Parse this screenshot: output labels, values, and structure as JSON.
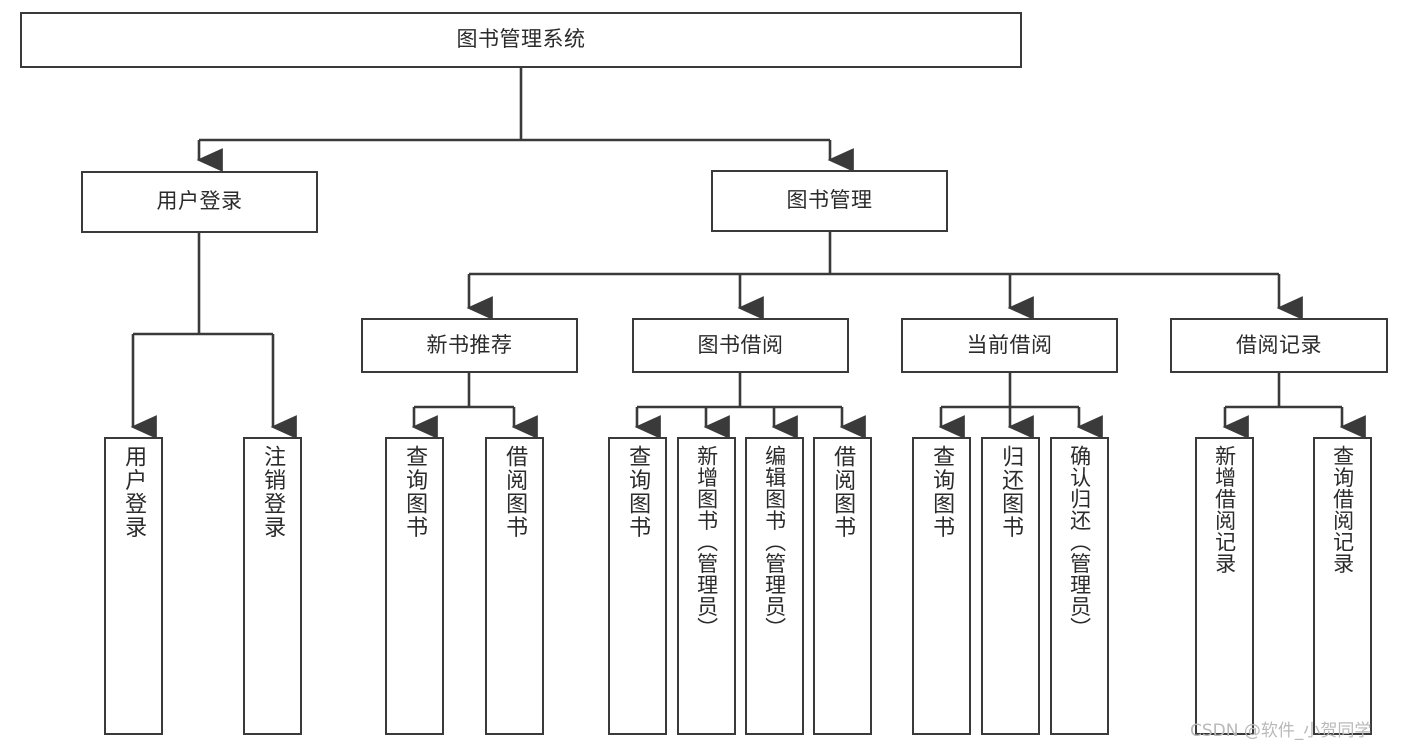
{
  "diagram": {
    "type": "tree-hierarchy-functional-decomposition",
    "root": {
      "label": "图书管理系统"
    },
    "level1": [
      {
        "label": "用户登录"
      },
      {
        "label": "图书管理"
      }
    ],
    "level2": [
      {
        "label": "新书推荐"
      },
      {
        "label": "图书借阅"
      },
      {
        "label": "当前借阅"
      },
      {
        "label": "借阅记录"
      }
    ],
    "leaves": {
      "user_login": [
        {
          "label": "用户登录"
        },
        {
          "label": "注销登录"
        }
      ],
      "new_book_recommend": [
        {
          "label": "查询图书"
        },
        {
          "label": "借阅图书"
        }
      ],
      "book_borrow": [
        {
          "label": "查询图书"
        },
        {
          "label": "新增图书（管理员）"
        },
        {
          "label": "编辑图书（管理员）"
        },
        {
          "label": "借阅图书"
        }
      ],
      "current_borrow": [
        {
          "label": "查询图书"
        },
        {
          "label": "归还图书"
        },
        {
          "label": "确认归还（管理员）"
        }
      ],
      "borrow_record": [
        {
          "label": "新增借阅记录"
        },
        {
          "label": "查询借阅记录"
        }
      ]
    }
  },
  "watermark": {
    "text": "CSDN @软件_小贺同学"
  },
  "colors": {
    "stroke": "#3a3a3a",
    "text": "#2b2b2b",
    "background": "#ffffff",
    "watermark": "#b9b9b9"
  }
}
